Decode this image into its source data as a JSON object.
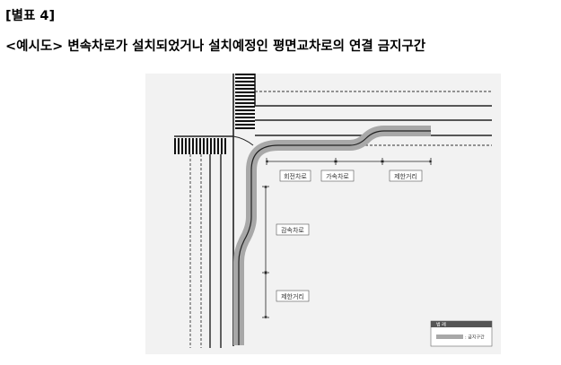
{
  "page": {
    "heading": "[별표 4]",
    "subheading": "<예시도> 변속차로가 설치되었거나 설치예정인 평면교차로의 연결 금지구간"
  },
  "diagram": {
    "labels": {
      "turn_lane": "회전차로",
      "accel_lane": "가속차로",
      "limit_distance_horizontal": "제한거리",
      "decel_lane": "감속차로",
      "limit_distance_vertical": "제한거리"
    },
    "legend": {
      "title": "범 례",
      "item": ": 금지구간"
    },
    "colors": {
      "forbidden_zone": "#a8a8a8",
      "road_line": "#222222",
      "frame_background": "#f2f2f2"
    }
  }
}
